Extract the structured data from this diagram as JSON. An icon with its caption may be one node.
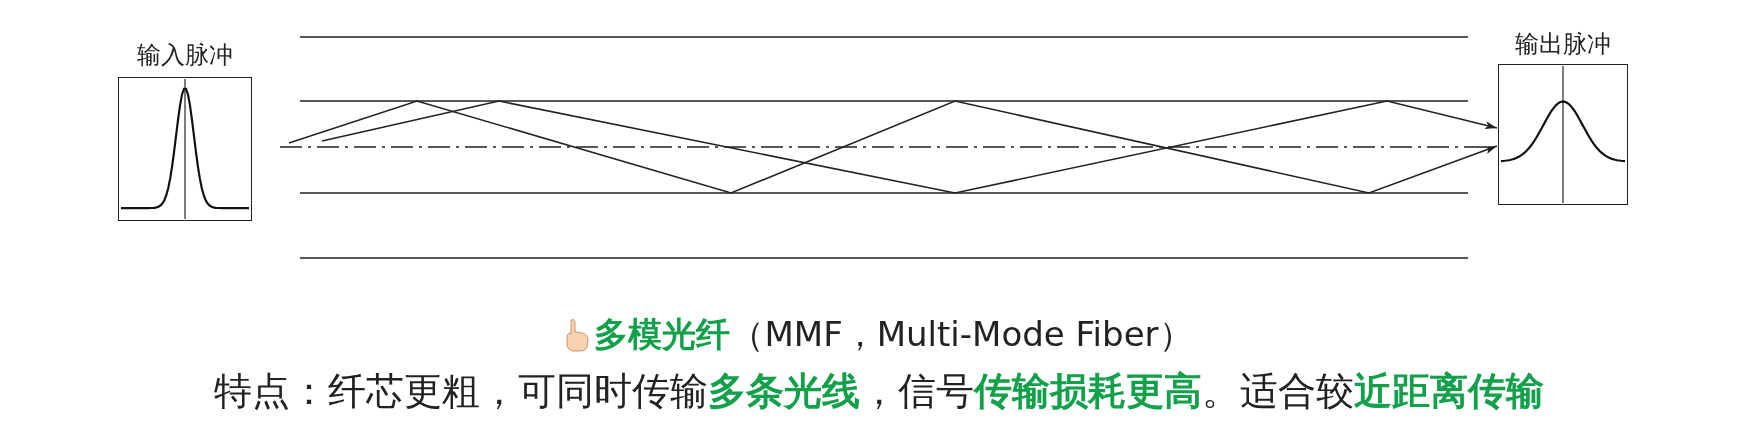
{
  "diagram": {
    "nodes": [
      {
        "text": [
          "输入脉冲"
        ]
      },
      {
        "text": [
          "输出脉冲"
        ]
      }
    ],
    "edges": [
      {
        "from": null,
        "to": 1,
        "arrow": "to"
      },
      {
        "from": null,
        "to": 1,
        "arrow": "to"
      }
    ],
    "labels": [
      "**多模光纤**（MMF，Multi-Mode Fiber）",
      "特点：纤芯更粗，可同时传输**多条光线**，信号**传输损耗更高**。适合较**近距离传输**"
    ]
  }
}
